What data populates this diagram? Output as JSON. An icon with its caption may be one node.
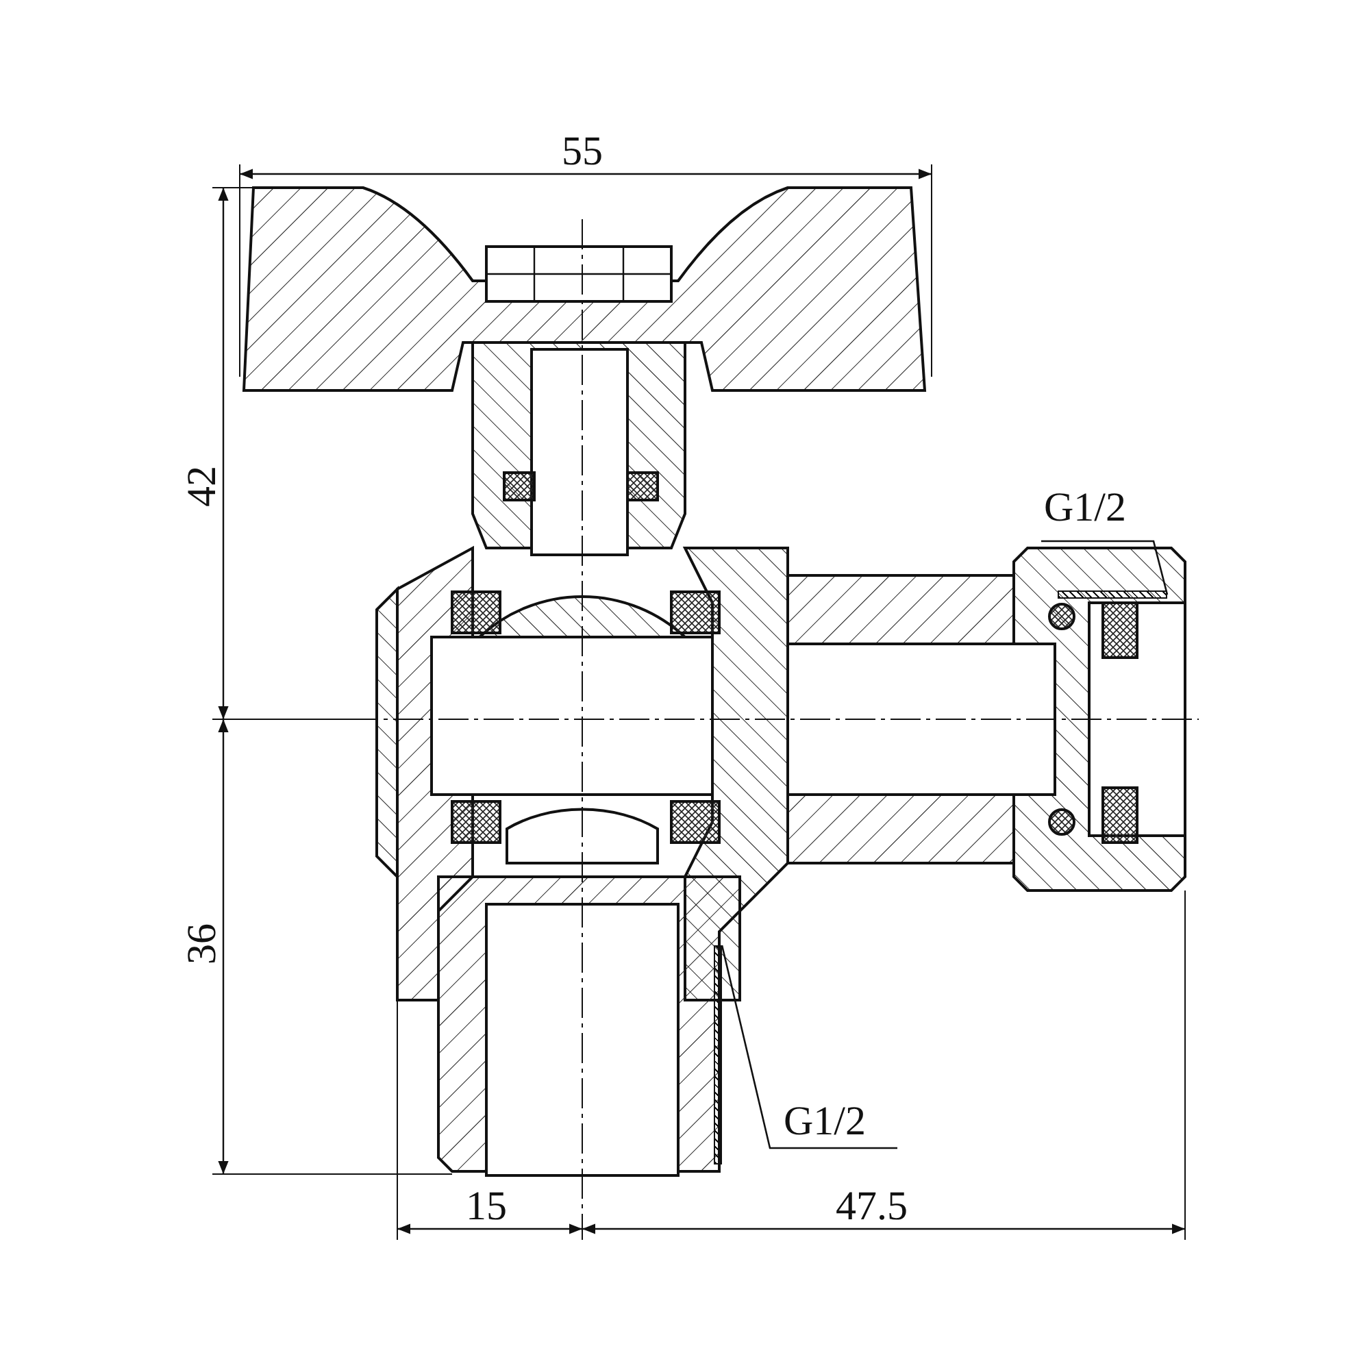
{
  "diagram": {
    "nodes": [
      {
        "text": [
          "G1/2"
        ]
      },
      {
        "text": [],
        "shape": "bar"
      },
      {
        "text": [
          "G1/2"
        ]
      },
      {
        "text": [],
        "shape": "bar"
      }
    ],
    "edges": [
      {
        "from": 0,
        "to": 1,
        "arrow": "none"
      },
      {
        "from": 2,
        "to": 3,
        "arrow": "none"
      }
    ],
    "labels": [
      "55",
      "42",
      "36",
      "15",
      "47.5"
    ]
  }
}
